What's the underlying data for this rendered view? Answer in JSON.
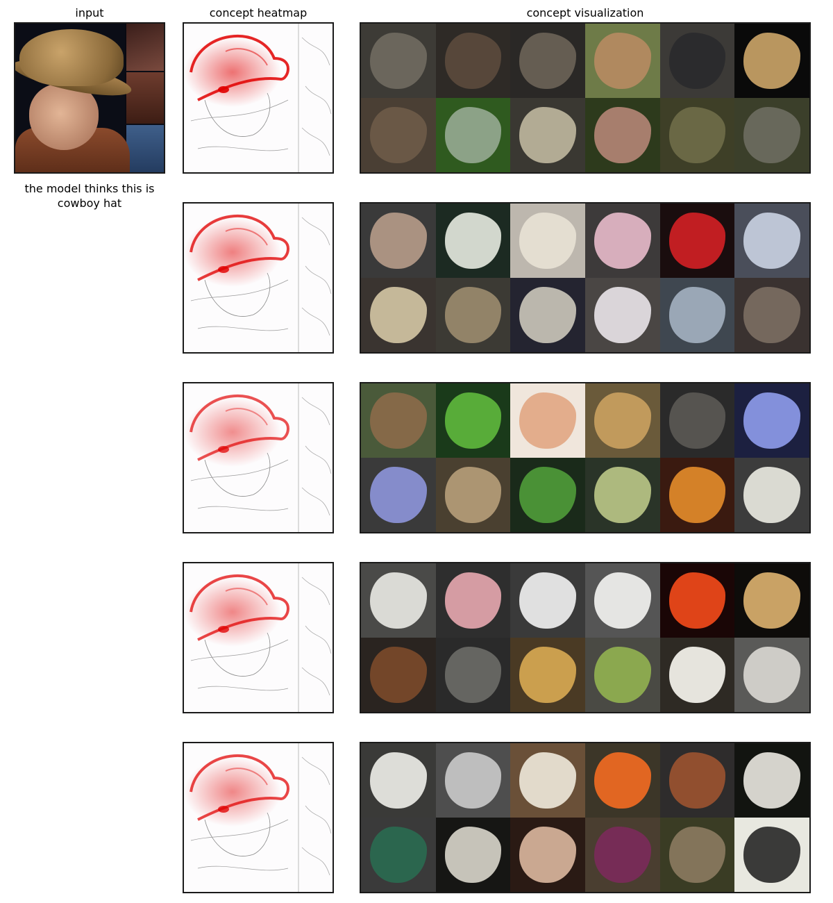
{
  "columns": {
    "input_title": "input",
    "heatmap_title": "concept heatmap",
    "visualization_title": "concept visualization"
  },
  "prediction_caption": "the model thinks this is cowboy hat",
  "heat_color": "#e00000",
  "concepts": [
    {
      "heat_intensity": 1.0,
      "tiles": [
        {
          "bg": "#3d3b36",
          "fg": "#6f6a60"
        },
        {
          "bg": "#2e2a26",
          "fg": "#5b4a3c"
        },
        {
          "bg": "#2a2826",
          "fg": "#6a6256"
        },
        {
          "bg": "#6e7b48",
          "fg": "#b58a62"
        },
        {
          "bg": "#3c3a37",
          "fg": "#2a2a2c"
        },
        {
          "bg": "#0a0a0a",
          "fg": "#c9a367"
        },
        {
          "bg": "#4a3f34",
          "fg": "#6d5a48"
        },
        {
          "bg": "#2f5a1f",
          "fg": "#95a890"
        },
        {
          "bg": "#3a3832",
          "fg": "#bdb59c"
        },
        {
          "bg": "#2d3a1c",
          "fg": "#b28474"
        },
        {
          "bg": "#3e3f27",
          "fg": "#6e6b48"
        },
        {
          "bg": "#3b3f2a",
          "fg": "#6c6b60"
        }
      ]
    },
    {
      "heat_intensity": 0.9,
      "tiles": [
        {
          "bg": "#3a3a3a",
          "fg": "#b49a88"
        },
        {
          "bg": "#1c2a22",
          "fg": "#e2e6dc"
        },
        {
          "bg": "#bdb7ae",
          "fg": "#e7e1d4"
        },
        {
          "bg": "#3d3a3a",
          "fg": "#e4b9c8"
        },
        {
          "bg": "#1a0d0e",
          "fg": "#cf1f24"
        },
        {
          "bg": "#4a4e5a",
          "fg": "#c7cfe0"
        },
        {
          "bg": "#3a3430",
          "fg": "#d1c3a3"
        },
        {
          "bg": "#3c3a34",
          "fg": "#9a8a6c"
        },
        {
          "bg": "#242430",
          "fg": "#c9c4b8"
        },
        {
          "bg": "#4a4644",
          "fg": "#e6e2e6"
        },
        {
          "bg": "#3f4750",
          "fg": "#a2b0bf"
        },
        {
          "bg": "#3a3230",
          "fg": "#7b6d62"
        }
      ]
    },
    {
      "heat_intensity": 0.8,
      "tiles": [
        {
          "bg": "#4a5a3a",
          "fg": "#8a6a4a"
        },
        {
          "bg": "#1a3a1a",
          "fg": "#5db63c"
        },
        {
          "bg": "#f0e6dc",
          "fg": "#e2a884"
        },
        {
          "bg": "#6a5a3a",
          "fg": "#c9a060"
        },
        {
          "bg": "#2a2a2a",
          "fg": "#5a5854"
        },
        {
          "bg": "#1c2040",
          "fg": "#8c9ae8"
        },
        {
          "bg": "#3a3a3a",
          "fg": "#8c94d8"
        },
        {
          "bg": "#4a4030",
          "fg": "#b49c78"
        },
        {
          "bg": "#1a2a1a",
          "fg": "#4e9a38"
        },
        {
          "bg": "#2a3428",
          "fg": "#b8c486"
        },
        {
          "bg": "#3a1a10",
          "fg": "#e28a2a"
        },
        {
          "bg": "#3c3c3c",
          "fg": "#e8e8e0"
        }
      ]
    },
    {
      "heat_intensity": 0.85,
      "tiles": [
        {
          "bg": "#4a4a48",
          "fg": "#e6e6e2"
        },
        {
          "bg": "#2e2e2e",
          "fg": "#e4a6ae"
        },
        {
          "bg": "#3a3a3a",
          "fg": "#efefef"
        },
        {
          "bg": "#555555",
          "fg": "#f2f2f0"
        },
        {
          "bg": "#1a0606",
          "fg": "#f04a1a"
        },
        {
          "bg": "#0e0c0a",
          "fg": "#d9b06e"
        },
        {
          "bg": "#2a2420",
          "fg": "#7a4a2a"
        },
        {
          "bg": "#2a2a2a",
          "fg": "#6a6a66"
        },
        {
          "bg": "#4a3a24",
          "fg": "#d6a852"
        },
        {
          "bg": "#4a4a44",
          "fg": "#90b050"
        },
        {
          "bg": "#2e2a24",
          "fg": "#f6f4ee"
        },
        {
          "bg": "#5a5a58",
          "fg": "#d8d6d0"
        }
      ]
    },
    {
      "heat_intensity": 0.85,
      "tiles": [
        {
          "bg": "#3a3a38",
          "fg": "#ecebe6"
        },
        {
          "bg": "#4e4e4e",
          "fg": "#c8c8c8"
        },
        {
          "bg": "#6a5038",
          "fg": "#ede6d8"
        },
        {
          "bg": "#3c3628",
          "fg": "#f06a22"
        },
        {
          "bg": "#2e2c2c",
          "fg": "#9a5230"
        },
        {
          "bg": "#121410",
          "fg": "#e6e4dc"
        },
        {
          "bg": "#3a3a3a",
          "fg": "#2a6a50"
        },
        {
          "bg": "#161614",
          "fg": "#d6d2c8"
        },
        {
          "bg": "#2a1a14",
          "fg": "#d8b49c"
        },
        {
          "bg": "#4a3e30",
          "fg": "#7a2a5a"
        },
        {
          "bg": "#3a3c24",
          "fg": "#8a7a60"
        },
        {
          "bg": "#e8e8e0",
          "fg": "#2a2a2a"
        }
      ]
    }
  ]
}
